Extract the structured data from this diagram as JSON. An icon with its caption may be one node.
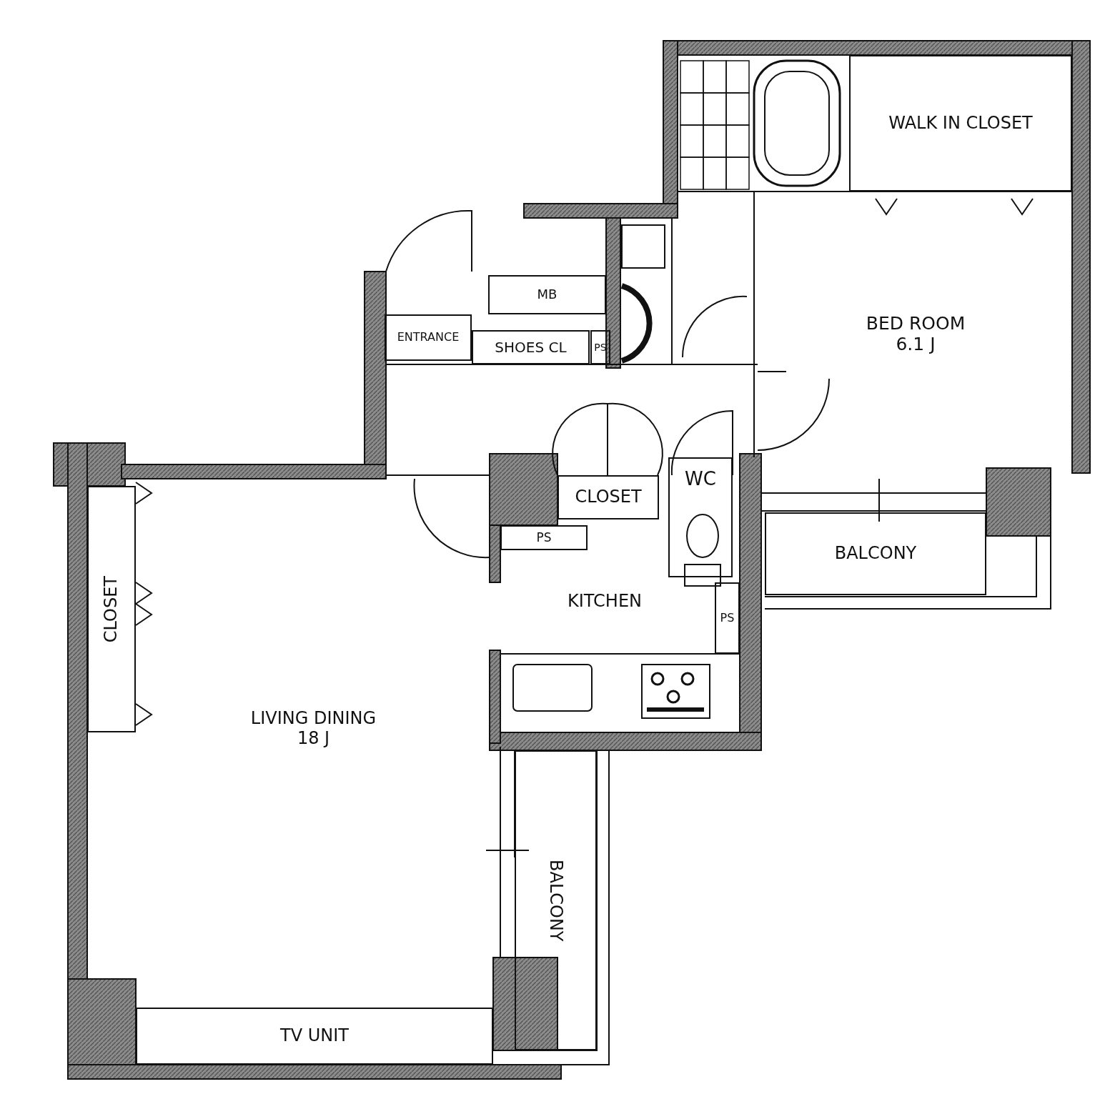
{
  "diagram": {
    "nodes": [
      {
        "text": [
          "WALK IN CLOSET"
        ]
      },
      {
        "text": [
          "MB"
        ]
      },
      {
        "text": [
          "ENTRANCE"
        ]
      },
      {
        "text": [
          "SHOES CL"
        ]
      },
      {
        "text": [
          "PS"
        ]
      },
      {
        "text": [
          "BED ROOM",
          "6.1 J"
        ]
      },
      {
        "text": [
          "CLOSET"
        ]
      },
      {
        "text": [
          "WC"
        ]
      },
      {
        "text": [
          "PS"
        ]
      },
      {
        "text": [
          "BALCONY"
        ]
      },
      {
        "text": [
          "KITCHEN"
        ]
      },
      {
        "text": [
          "PS"
        ]
      },
      {
        "text": [
          "CLOSET"
        ]
      },
      {
        "text": [
          "LIVING DINING",
          "18 J"
        ]
      },
      {
        "text": [
          "BALCONY"
        ]
      },
      {
        "text": [
          "TV UNIT"
        ]
      }
    ]
  }
}
